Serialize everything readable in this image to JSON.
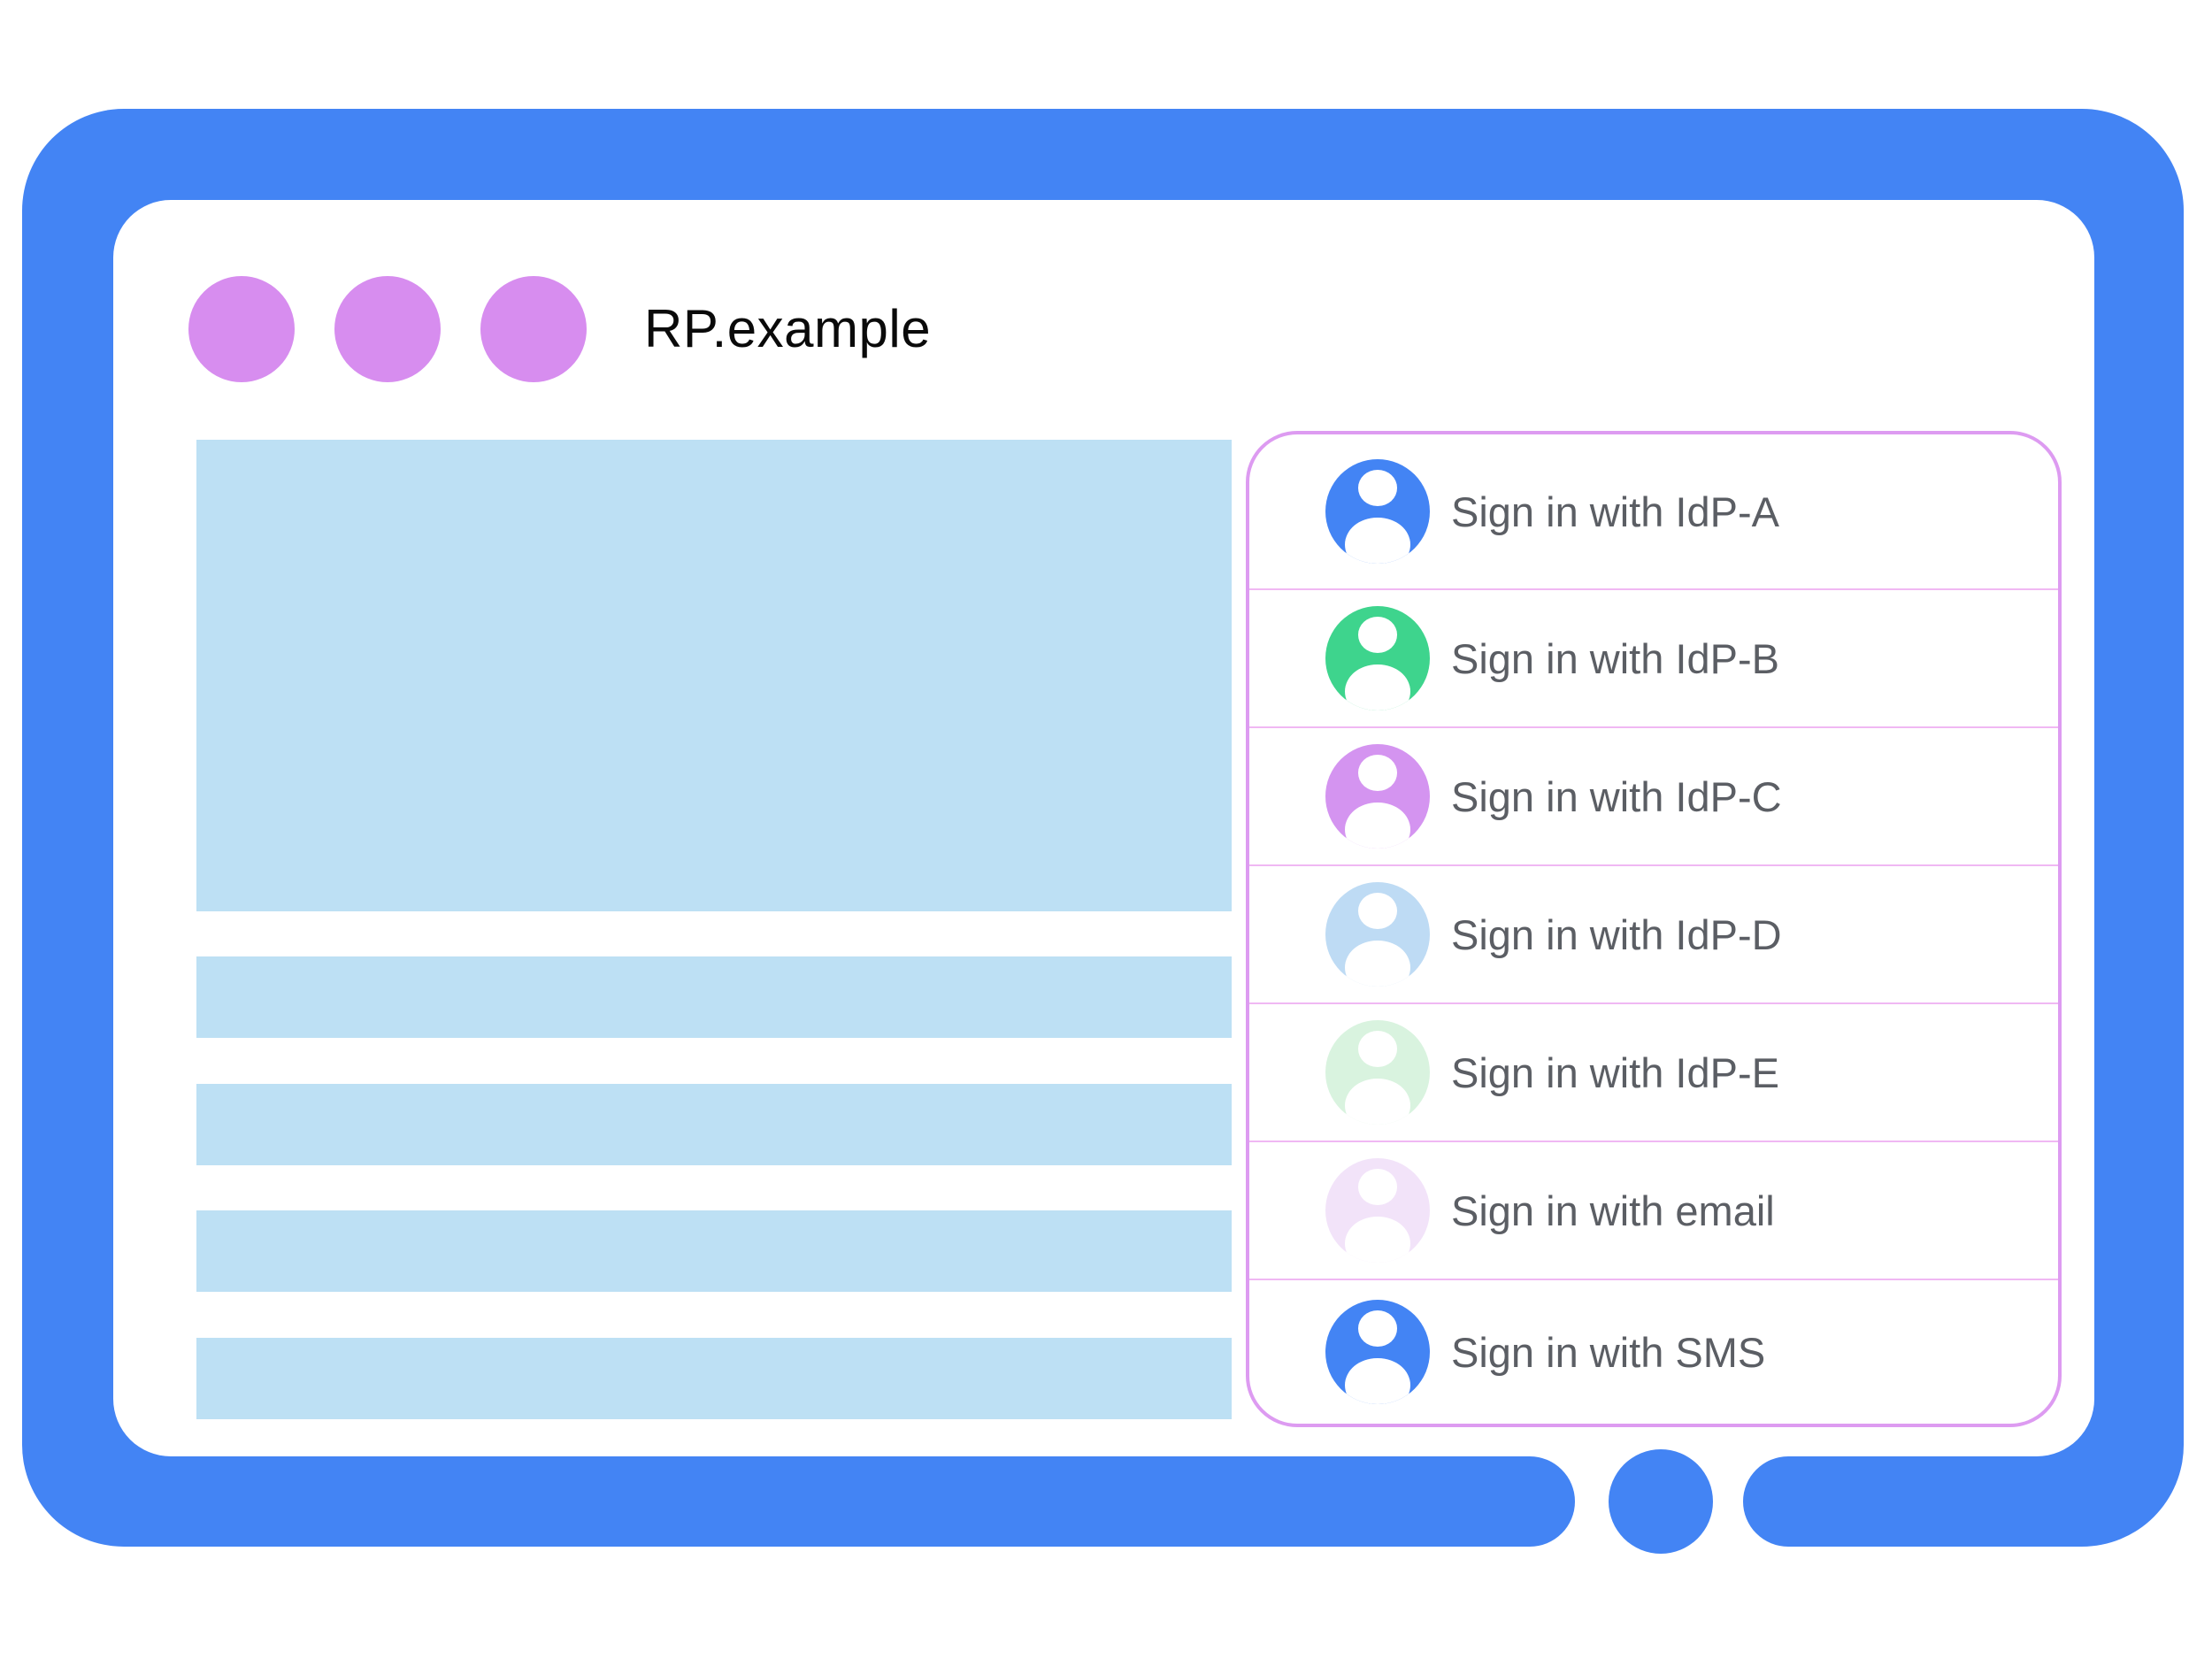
{
  "window": {
    "title": "RP.example",
    "control_dots_count": 3
  },
  "colors": {
    "frame_blue": "#4384F4",
    "window_dot": "#D78DEF",
    "placeholder_blue": "#BDE0F4",
    "panel_border": "#DD9BF1",
    "row_divider": "#F0B8F3",
    "label_text": "#5B5E64",
    "panel_bg": "#FFFFFF",
    "page_bg": "#FFFFFF",
    "avatar_glyph": "#FFFFFF"
  },
  "signin": {
    "options": [
      {
        "label": "Sign in with IdP-A",
        "avatar_color": "#4384F4",
        "icon": "person-icon"
      },
      {
        "label": "Sign in with IdP-B",
        "avatar_color": "#3ED48D",
        "icon": "person-icon"
      },
      {
        "label": "Sign in with IdP-C",
        "avatar_color": "#D494F0",
        "icon": "person-icon"
      },
      {
        "label": "Sign in with IdP-D",
        "avatar_color": "#BEDBF4",
        "icon": "person-icon"
      },
      {
        "label": "Sign in with IdP-E",
        "avatar_color": "#D9F3DF",
        "icon": "person-icon"
      },
      {
        "label": "Sign in with email",
        "avatar_color": "#F2E3F9",
        "icon": "person-icon"
      },
      {
        "label": "Sign in with SMS",
        "avatar_color": "#4384F4",
        "icon": "person-icon"
      }
    ]
  },
  "home_button": {
    "color": "#4384F4",
    "icon": "home-circle-icon"
  }
}
